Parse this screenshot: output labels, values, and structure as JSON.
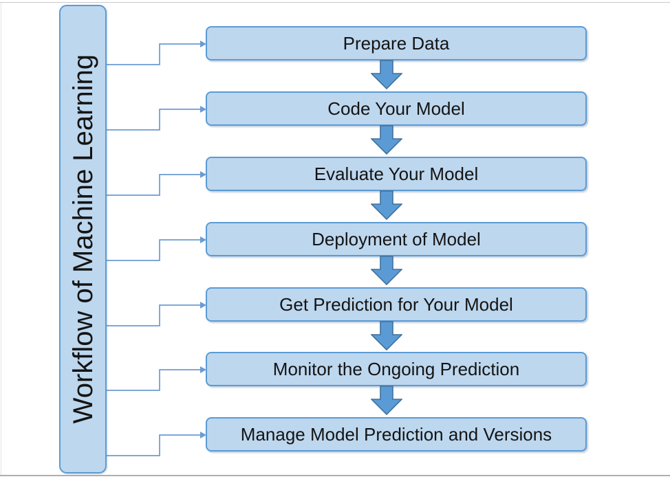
{
  "title": "Workflow of Machine Learning",
  "steps": [
    {
      "label": "Prepare Data"
    },
    {
      "label": "Code Your Model"
    },
    {
      "label": "Evaluate Your Model"
    },
    {
      "label": "Deployment of Model"
    },
    {
      "label": "Get Prediction for Your Model"
    },
    {
      "label": "Monitor the Ongoing Prediction"
    },
    {
      "label": "Manage Model Prediction and Versions"
    }
  ],
  "colors": {
    "shape_fill": "#BDD7EE",
    "shape_border": "#5B9BD5",
    "block_arrow_fill": "#5B9BD5",
    "block_arrow_border": "#41719C",
    "connector_line": "#6B9BD2",
    "text": "#141414",
    "page_rule": "#C9C9C9",
    "background": "#FFFFFF"
  }
}
